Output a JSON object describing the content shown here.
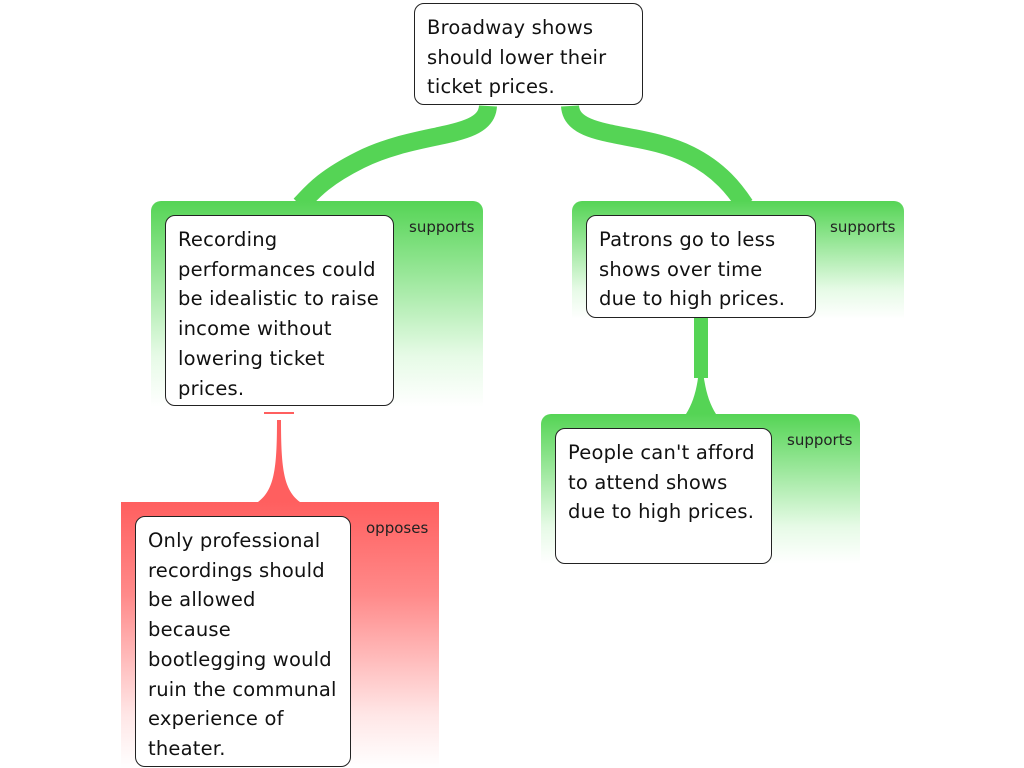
{
  "colors": {
    "supports": "#55d455",
    "opposes": "#ff5f5f",
    "node_border": "#222222"
  },
  "root": {
    "text": "Broadway shows should lower their ticket prices."
  },
  "branches": [
    {
      "relation": "supports",
      "text": "Recording performances could be idealistic to raise income without lowering ticket prices."
    },
    {
      "relation": "supports",
      "text": "Patrons go to less shows over time due to high prices."
    },
    {
      "relation": "opposes",
      "text": "Only professional recordings should be allowed because bootlegging would ruin the communal experience of theater."
    },
    {
      "relation": "supports",
      "text": "People can't afford to attend shows due to high prices."
    }
  ]
}
